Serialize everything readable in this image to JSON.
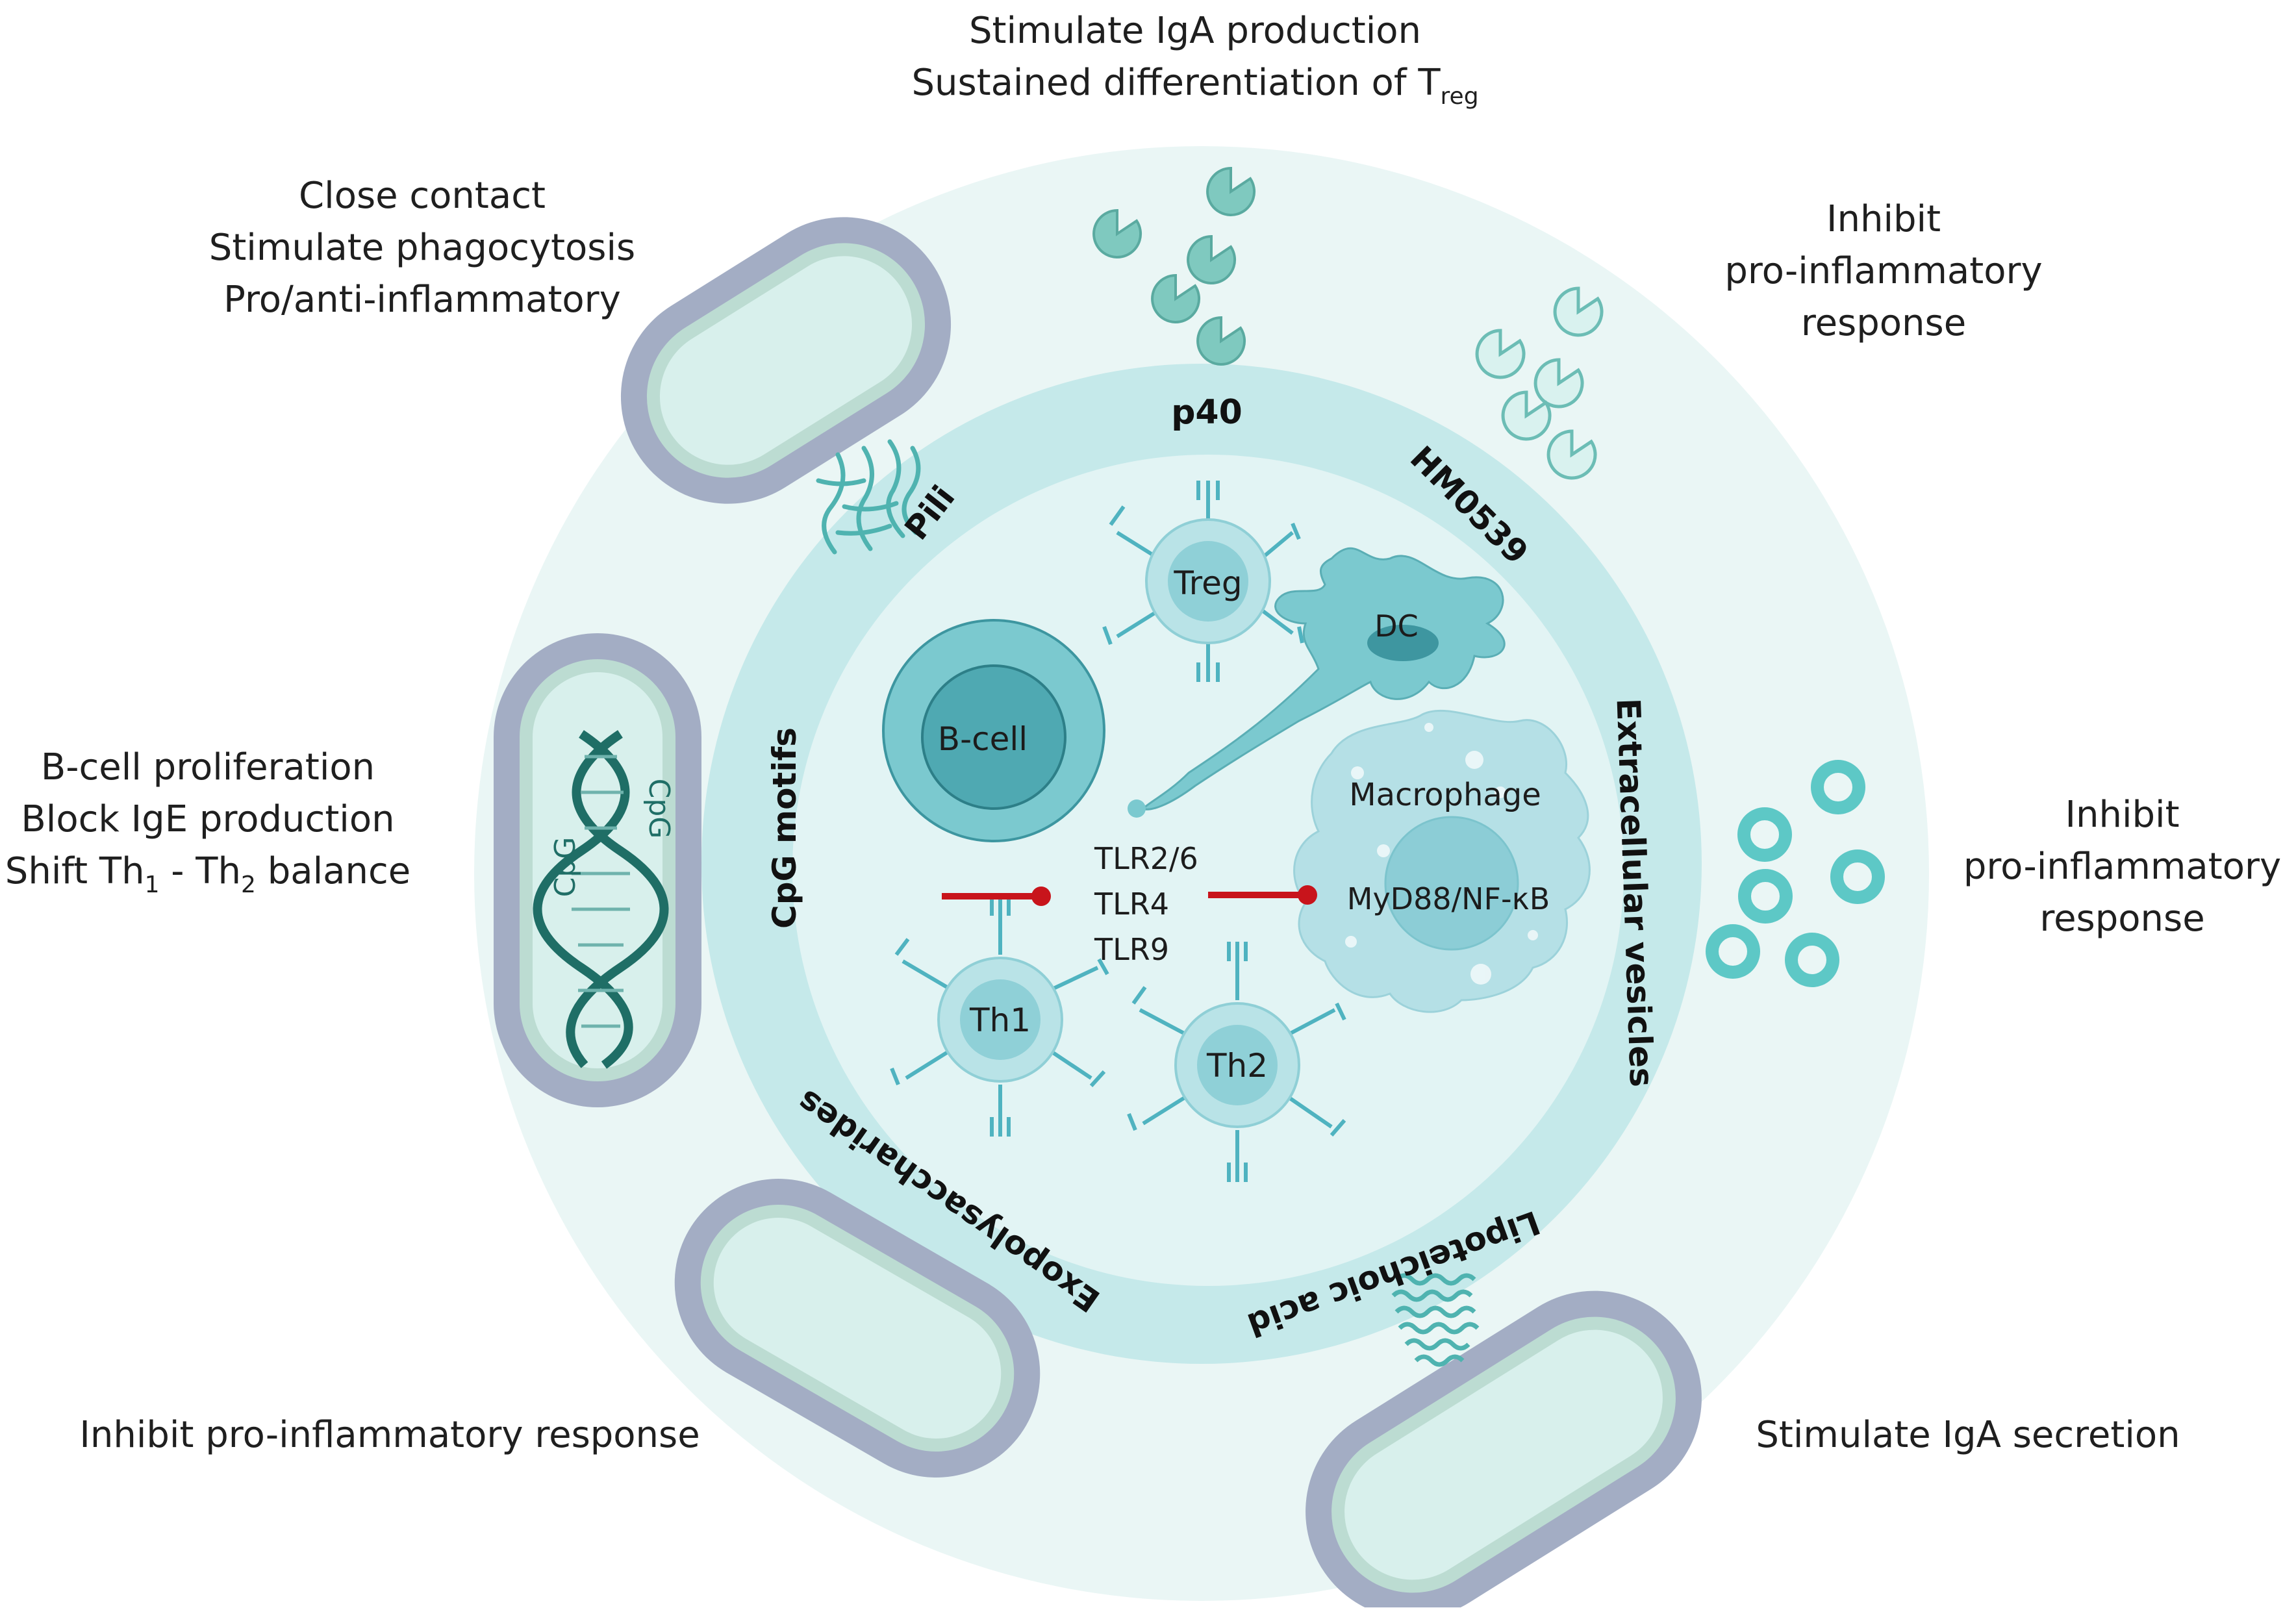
{
  "outer_effects": {
    "top": {
      "line1": "Stimulate IgA production",
      "line2": "Sustained differentiation of T",
      "line2_sub": "reg"
    },
    "top_left": {
      "line1": "Close contact",
      "line2": "Stimulate phagocytosis",
      "line3": "Pro/anti-inflammatory"
    },
    "top_right": {
      "line1": "Inhibit",
      "line2": "pro-inflammatory",
      "line3": "response"
    },
    "left": {
      "line1": "B-cell proliferation",
      "line2": "Block IgE production",
      "line3_a": "Shift Th",
      "line3_sub1": "1",
      "line3_b": " - Th",
      "line3_sub2": "2",
      "line3_c": " balance"
    },
    "right": {
      "line1": "Inhibit",
      "line2": "pro-inflammatory",
      "line3": "response"
    },
    "bottom_left": {
      "line1": "Inhibit pro-inflammatory response"
    },
    "bottom_right": {
      "line1": "Stimulate IgA secretion"
    }
  },
  "ring_labels": {
    "p40": "p40",
    "hm0539": "HM0539",
    "pili": "Pili",
    "cpg_motifs": "CpG motifs",
    "extracellular_vesicles": "Extracellular vesicles",
    "exopolysaccharides": "Exopolysaccharides",
    "lipoteichoic_acid": "Lipoteichoic acid"
  },
  "cells": {
    "treg": "Treg",
    "dc": "DC",
    "b_cell": "B-cell",
    "macrophage": "Macrophage",
    "myd88": "MyD88/NF-κB",
    "th1": "Th1",
    "th2": "Th2"
  },
  "receptors": {
    "tlr1": "TLR2/6",
    "tlr2": "TLR4",
    "tlr3": "TLR9"
  },
  "dna": {
    "cpg_a": "CpG",
    "cpg_b": "CpG"
  },
  "colors": {
    "outer_ring": "#eaf6f5",
    "middle_ring": "#c5e9ea",
    "inner_disc": "#e2f4f4",
    "bacteria_wall": "#a3adc4",
    "bacteria_body": "#d3eeea",
    "cell_teal": "#7bc9cf",
    "dark_teal": "#2e9aa3",
    "inhibit_line": "#c8141b"
  }
}
